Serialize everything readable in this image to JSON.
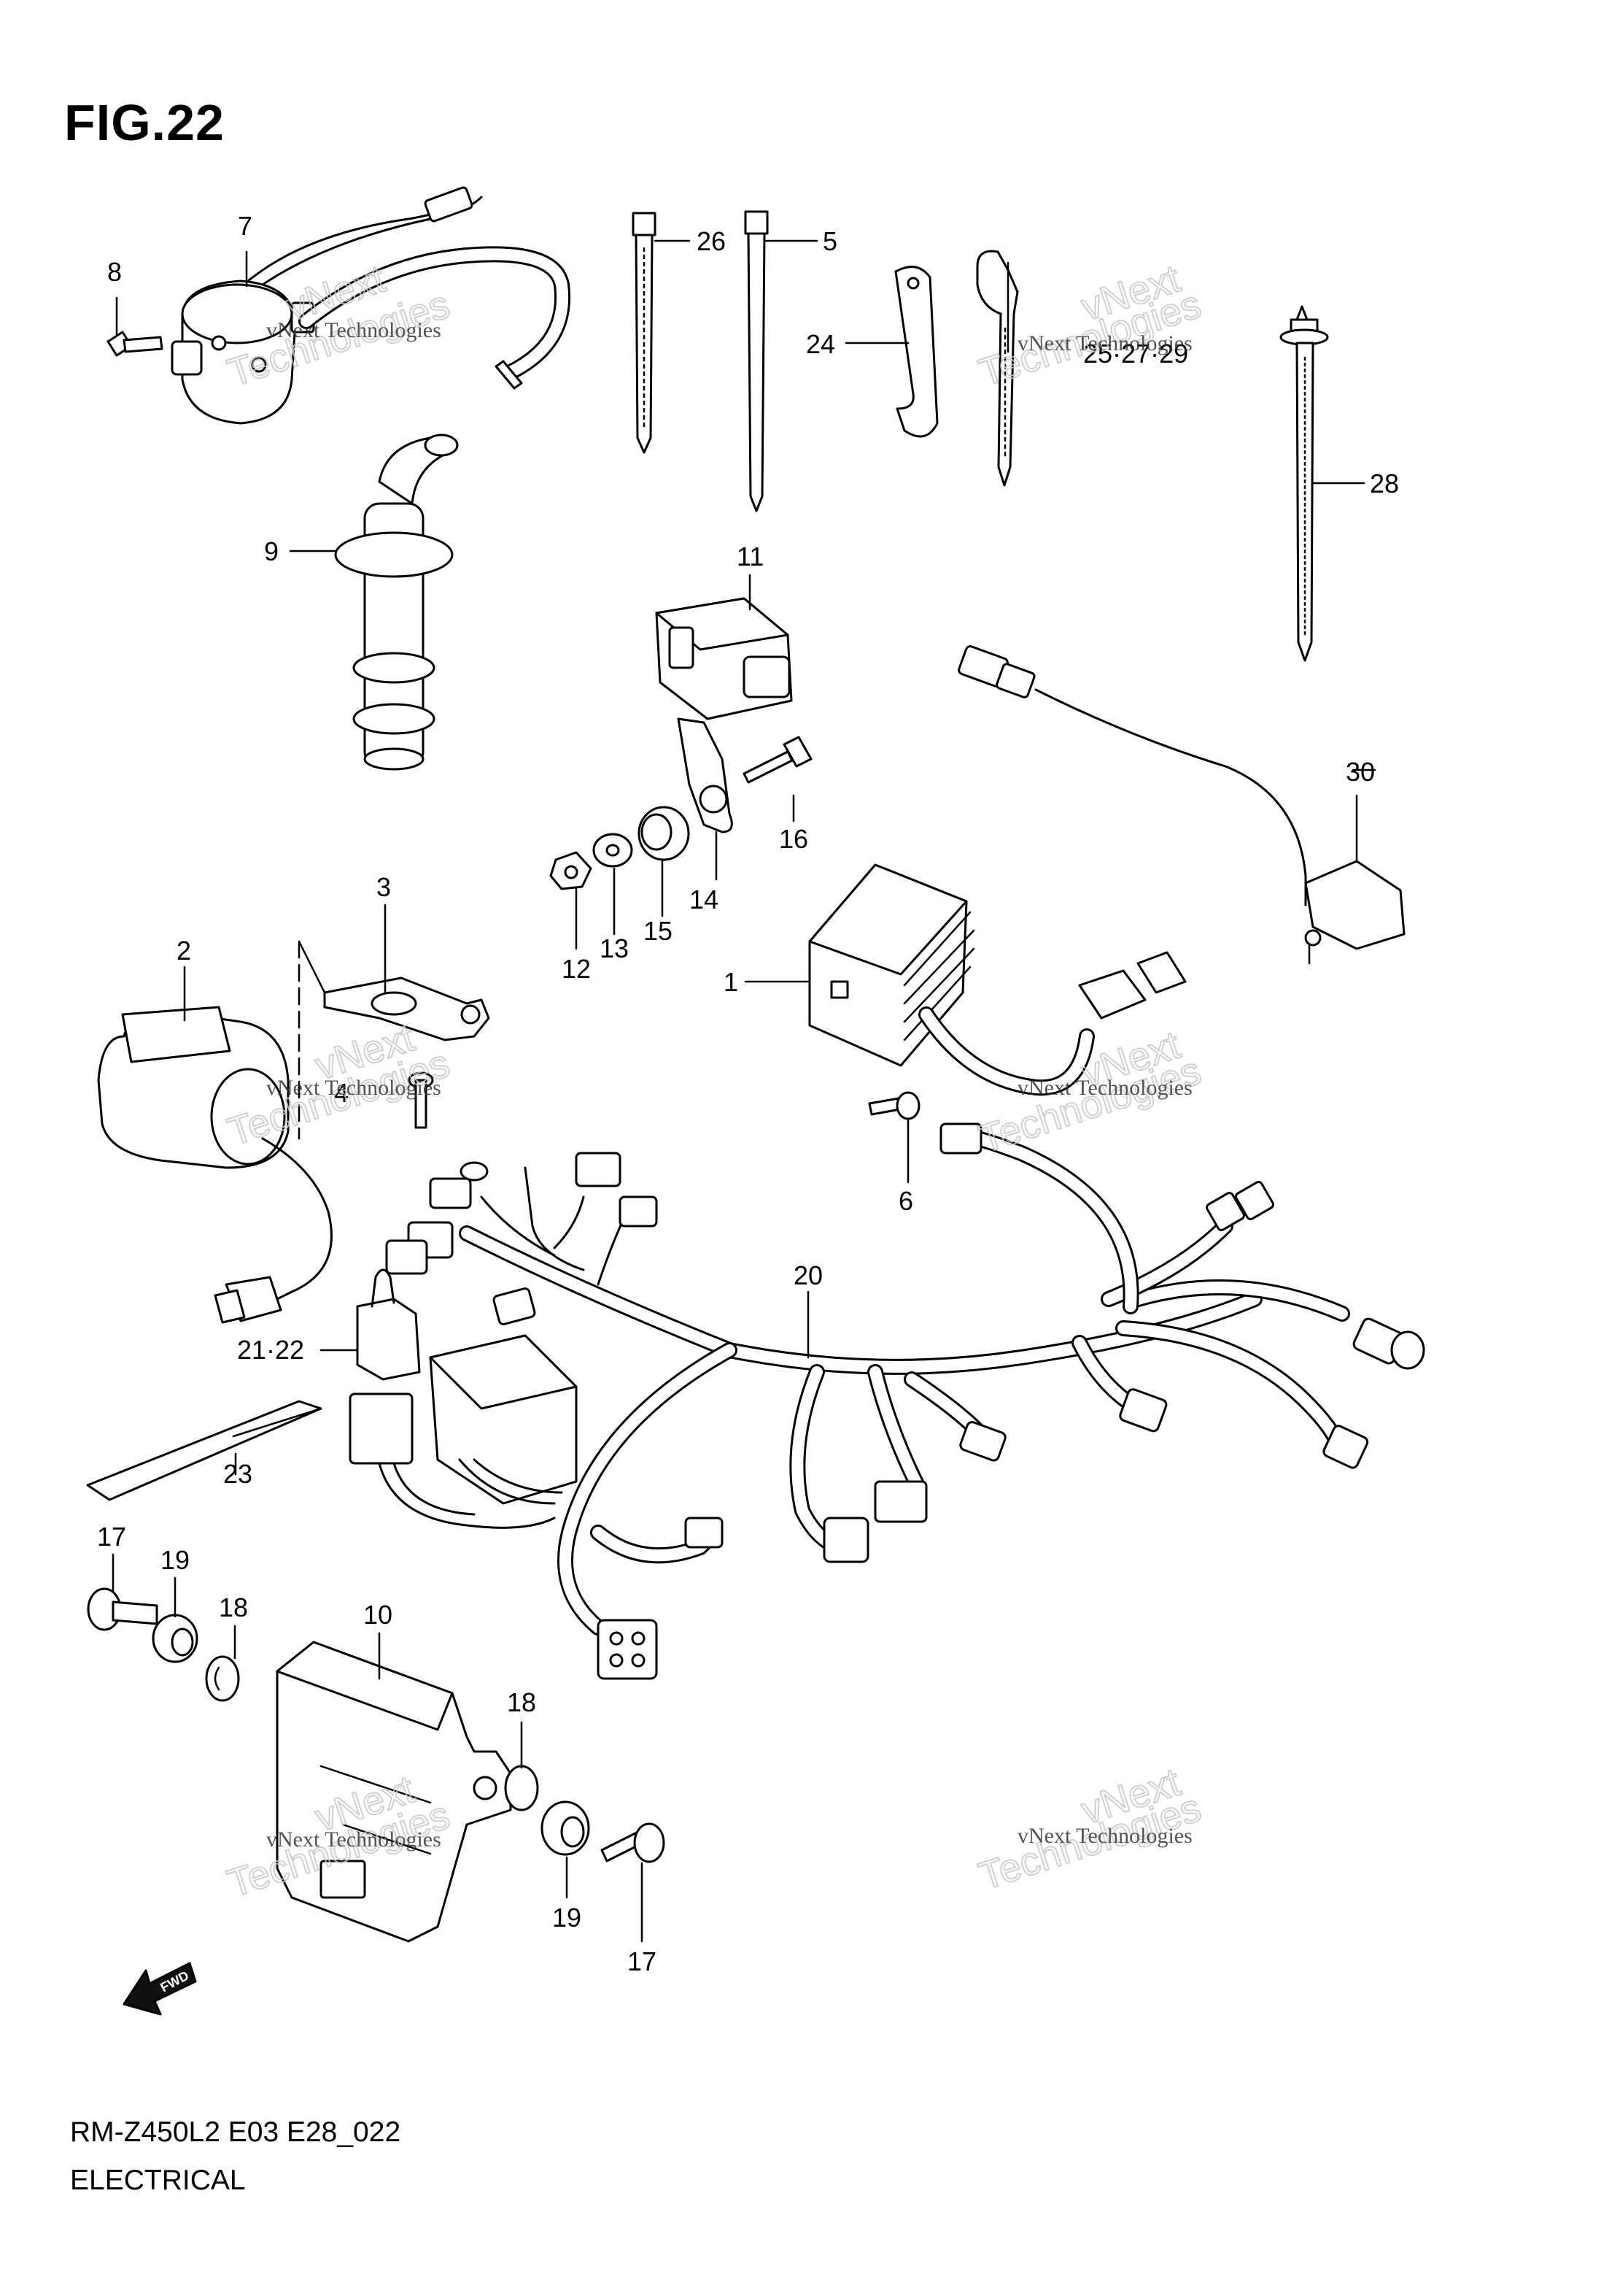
{
  "figure": {
    "title": "FIG.22"
  },
  "footer": {
    "model_code": "RM-Z450L2  E03  E28_022",
    "section": "ELECTRICAL"
  },
  "watermark": {
    "line1": "vNext Technologies",
    "line2": "Technologies",
    "line3": "vNext"
  },
  "fwd_label": "FWD",
  "callouts": {
    "c1": "1",
    "c2": "2",
    "c3": "3",
    "c4": "4",
    "c5": "5",
    "c6": "6",
    "c7": "7",
    "c8": "8",
    "c9": "9",
    "c10": "10",
    "c11": "11",
    "c12": "12",
    "c13": "13",
    "c14": "14",
    "c15": "15",
    "c16": "16",
    "c17a": "17",
    "c17b": "17",
    "c18a": "18",
    "c18b": "18",
    "c19a": "19",
    "c19b": "19",
    "c20": "20",
    "c21_22": "21·22",
    "c23": "23",
    "c24": "24",
    "c25_27_29": "25·27·29",
    "c26": "26",
    "c28": "28",
    "c30": "30"
  }
}
